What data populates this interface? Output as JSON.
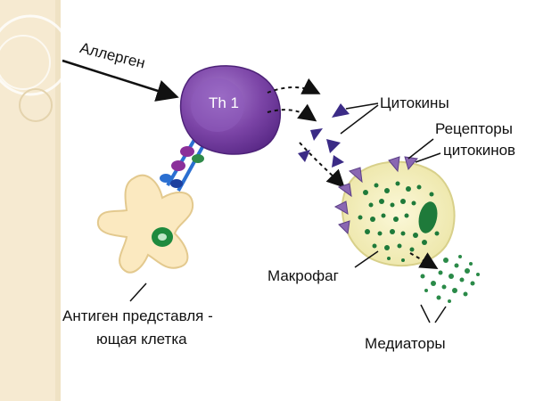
{
  "diagram": {
    "labels": {
      "allergen": "Аллерген",
      "th1": "Th 1",
      "cytokines": "Цитокины",
      "cytokine_receptors_line1": "Рецепторы",
      "cytokine_receptors_line2": "цитокинов",
      "macrophage": "Макрофаг",
      "apc_line1": "Антиген представля -",
      "apc_line2": "ющая клетка",
      "mediators": "Медиаторы"
    },
    "colors": {
      "th1_cell": "#7b44a6",
      "cytokine": "#3b2b86",
      "apc_cell": "#fbe9c0",
      "apc_nucleus": "#1e8a3e",
      "macrophage": "#f3efb8",
      "granules": "#1e7a3a",
      "receptor": "#8a67b2",
      "slide_sidebar": "#f6ead1"
    }
  }
}
